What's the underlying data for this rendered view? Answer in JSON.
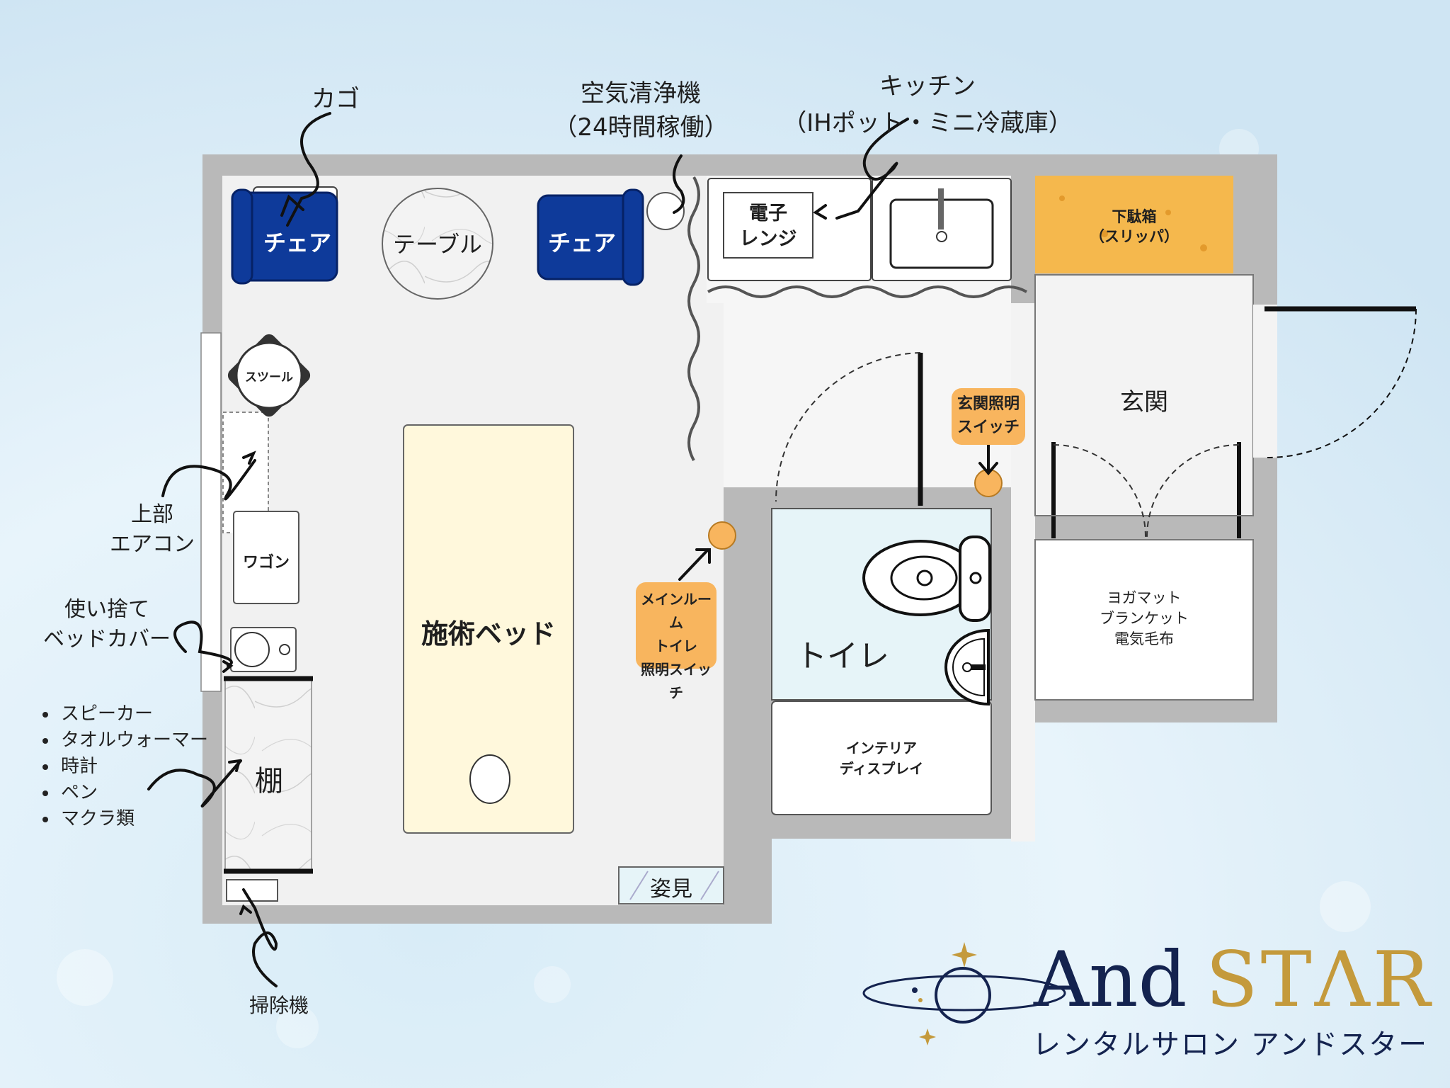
{
  "labels": {
    "kago": "カゴ",
    "air_purifier_1": "空気清浄機",
    "air_purifier_2": "（24時間稼働）",
    "kitchen_1": "キッチン",
    "kitchen_2": "（IHポット・ミニ冷蔵庫）",
    "chair_left": "チェア",
    "chair_right": "チェア",
    "table": "テーブル",
    "microwave_1": "電子",
    "microwave_2": "レンジ",
    "shoe_box_1": "下駄箱",
    "shoe_box_2": "（スリッパ）",
    "entrance": "玄関",
    "entrance_switch_1": "玄関照明",
    "entrance_switch_2": "スイッチ",
    "stool": "スツール",
    "aircon_1": "上部",
    "aircon_2": "エアコン",
    "wagon": "ワゴン",
    "bed_cover_1": "使い捨て",
    "bed_cover_2": "ベッドカバー",
    "bed": "施術ベッド",
    "main_switch_1": "メインルーム",
    "main_switch_2": "トイレ",
    "main_switch_3": "照明スイッチ",
    "toilet": "トイレ",
    "storage_1": "ヨガマット",
    "storage_2": "ブランケット",
    "storage_3": "電気毛布",
    "shelf": "棚",
    "display_1": "インテリア",
    "display_2": "ディスプレイ",
    "mirror": "姿見",
    "vacuum": "掃除機"
  },
  "shelf_items": [
    "スピーカー",
    "タオルウォーマー",
    "時計",
    "ペン",
    "マクラ類"
  ],
  "logo": {
    "and": "And",
    "star": "STΛR",
    "subtitle": "レンタルサロン アンドスター"
  },
  "colors": {
    "wall": "#b9b9b9",
    "chair": "#0e3a9a",
    "bed": "#fff8dc",
    "switch": "#f8b55e",
    "shoe_box": "#f5b84d",
    "toilet_floor": "#e6f4f8",
    "logo_navy": "#14234f",
    "logo_gold": "#c49a3c"
  }
}
